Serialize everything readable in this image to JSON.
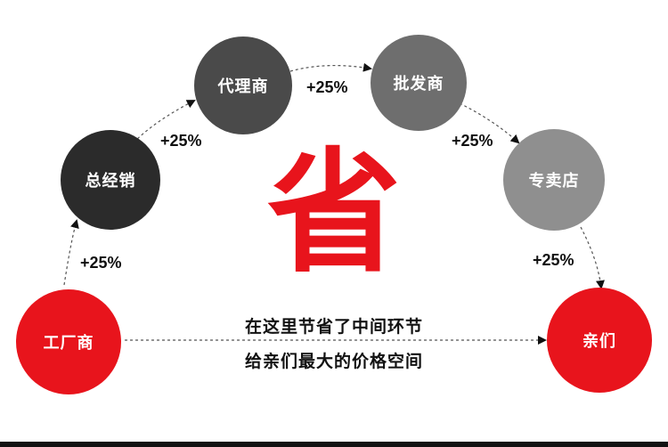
{
  "nodes": {
    "factory": "工厂商",
    "general_distributor": "总经销",
    "agent": "代理商",
    "wholesaler": "批发商",
    "retailer": "专卖店",
    "customer": "亲们"
  },
  "markups": [
    "+25%",
    "+25%",
    "+25%",
    "+25%",
    "+25%"
  ],
  "center_char": "省",
  "message": {
    "line1": "在这里节省了中间环节",
    "line2": "给亲们最大的价格空间"
  },
  "colors": {
    "red": "#e8141c",
    "dark": "#2b2b2b",
    "gray_dark": "#4a4a4a",
    "gray_mid": "#6e6e6e",
    "gray_light": "#8f8f8f"
  }
}
